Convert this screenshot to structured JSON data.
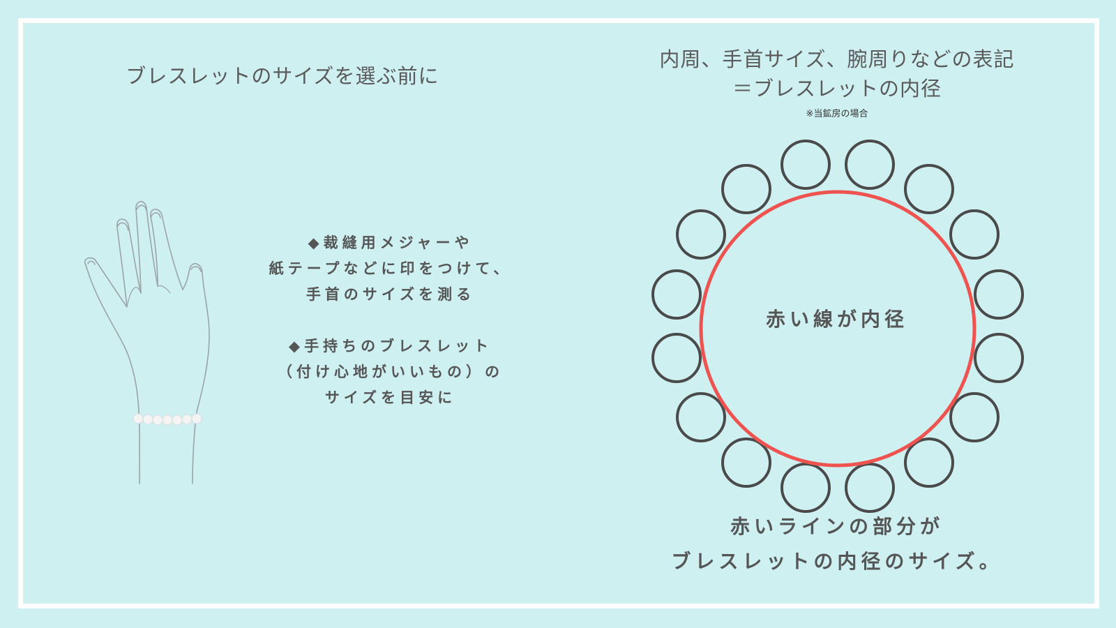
{
  "left": {
    "title": "ブレスレットのサイズを選ぶ前に",
    "instructions": [
      "◆裁縫用メジャーや",
      "紙テープなどに印をつけて、",
      "手首のサイズを測る",
      "",
      "◆手持ちのブレスレット",
      "（付け心地がいいもの）の",
      "サイズを目安に"
    ]
  },
  "right": {
    "title_line1": "内周、手首サイズ、腕周りなどの表記",
    "title_line2": "＝ブレスレットの内径",
    "note": "※当鉱房の場合",
    "center_label": "赤い線が内径",
    "caption_line1": "赤いラインの部分が",
    "caption_line2": "ブレスレットの内径のサイズ。"
  },
  "colors": {
    "background": "#cff0f1",
    "frame": "#ffffff",
    "red_line": "#ef5350",
    "bead_outline": "#4a4a4a",
    "text": "#555555"
  },
  "icons": [
    "hand-wrist-illustration",
    "pearl-bracelet",
    "bead-ring-diagram"
  ]
}
